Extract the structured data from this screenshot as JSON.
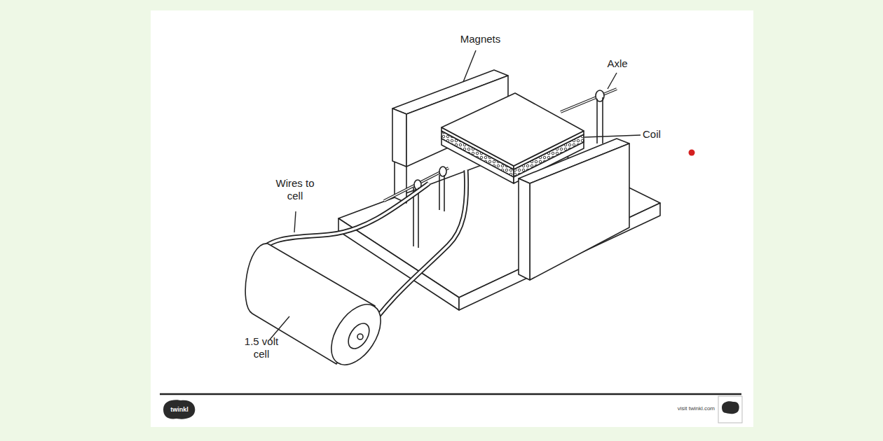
{
  "diagram": {
    "labels": [
      "Magnets",
      "Axle",
      "Coil",
      "Wires to cell",
      "1.5 volt cell",
      "twinkl",
      "visit twinkl.com"
    ]
  }
}
